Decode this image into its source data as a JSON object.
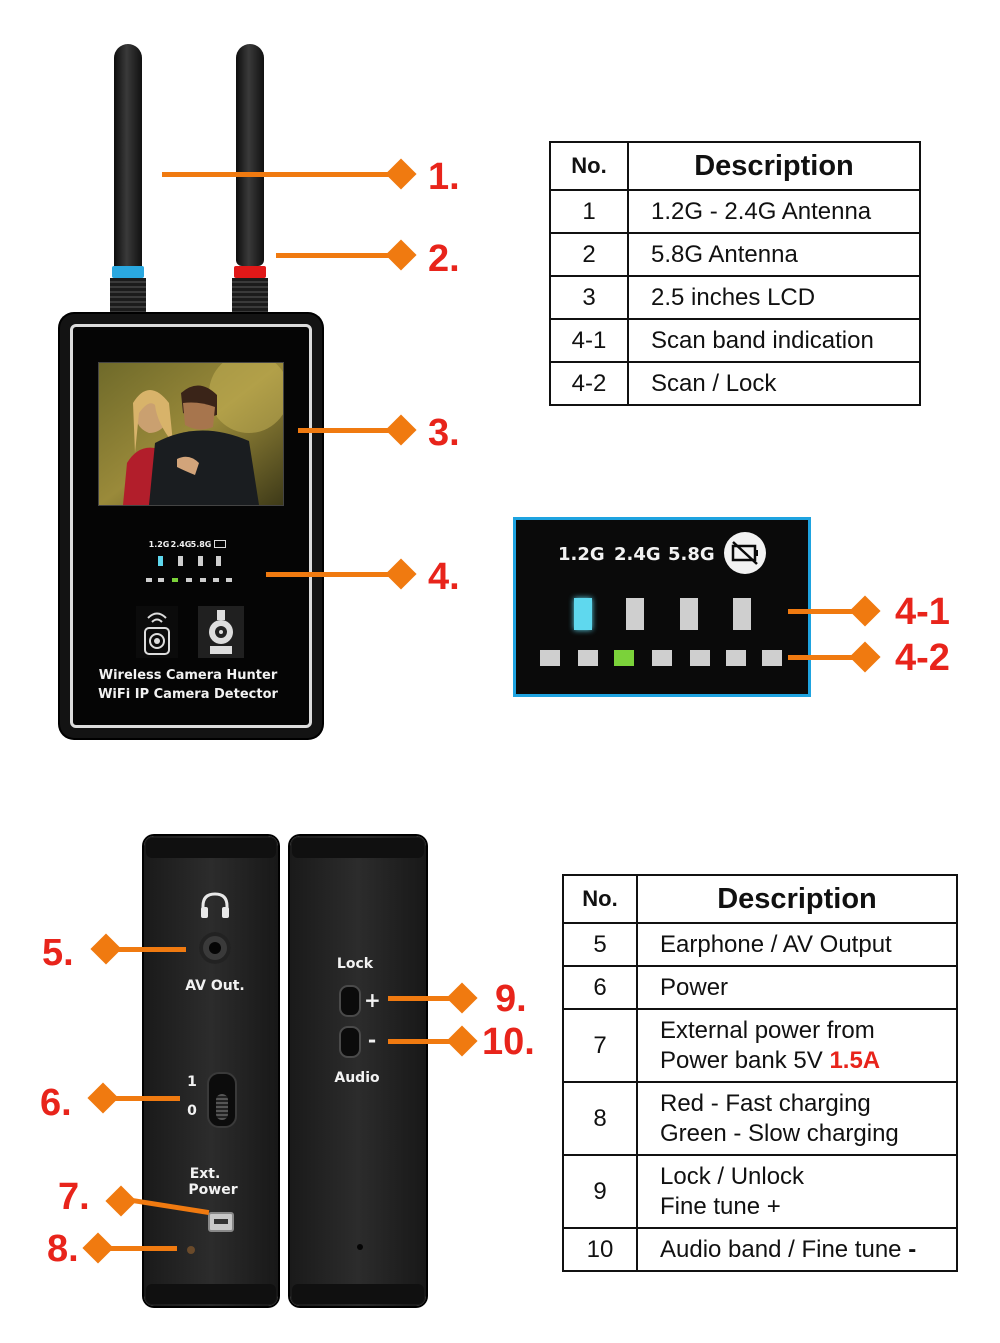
{
  "device": {
    "band_labels": [
      "1.2G",
      "2.4G",
      "5.8G"
    ],
    "product_name_line1": "Wireless Camera Hunter",
    "product_name_line2": "WiFi IP Camera Detector"
  },
  "front_callouts": [
    "1.",
    "2.",
    "3.",
    "4."
  ],
  "zoom_callouts": [
    "4-1",
    "4-2"
  ],
  "side_callouts": [
    "5.",
    "6.",
    "7.",
    "8.",
    "9.",
    "10."
  ],
  "side_labels": {
    "av_out": "AV Out.",
    "switch_on": "1",
    "switch_off": "0",
    "ext_power_line1": "Ext.",
    "ext_power_line2": "Power",
    "lock": "Lock",
    "plus": "+",
    "minus": "-",
    "audio": "Audio"
  },
  "table1": {
    "headers": [
      "No.",
      "Description"
    ],
    "rows": [
      [
        "1",
        "1.2G - 2.4G Antenna"
      ],
      [
        "2",
        "5.8G Antenna"
      ],
      [
        "3",
        "2.5 inches LCD"
      ],
      [
        "4-1",
        "Scan band indication"
      ],
      [
        "4-2",
        "Scan / Lock"
      ]
    ]
  },
  "table2": {
    "headers": [
      "No.",
      "Description"
    ],
    "rows": [
      {
        "no": "5",
        "line1": "Earphone / AV Output",
        "line2": "",
        "highlight": ""
      },
      {
        "no": "6",
        "line1": "Power",
        "line2": "",
        "highlight": ""
      },
      {
        "no": "7",
        "line1": "External power from",
        "line2": "Power bank 5V",
        "highlight": "1.5A"
      },
      {
        "no": "8",
        "line1": "Red - Fast charging",
        "line2": "Green - Slow charging",
        "highlight": ""
      },
      {
        "no": "9",
        "line1": "Lock / Unlock",
        "line2": "Fine tune +",
        "highlight": ""
      },
      {
        "no": "10",
        "line1": "Audio band / Fine tune",
        "line2": "",
        "highlight": "-"
      }
    ]
  },
  "colors": {
    "callout_text": "#e8241b",
    "arrow": "#f07a10",
    "zoom_border": "#1ea3e0",
    "antenna1_ring": "#2aa8e0",
    "antenna2_ring": "#e01818",
    "active_band_led": "#5fd8ee",
    "lock_led": "#7bd23a"
  }
}
